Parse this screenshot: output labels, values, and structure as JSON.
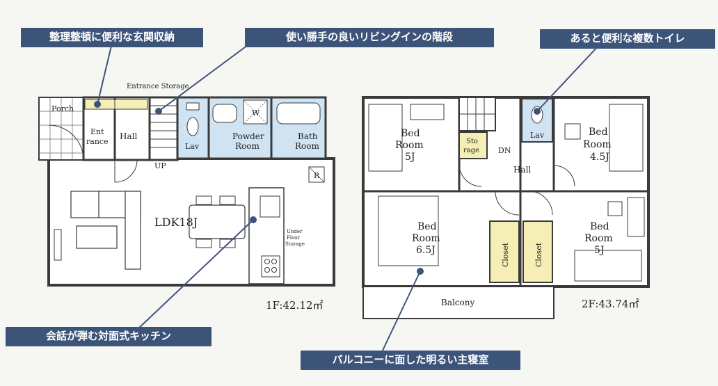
{
  "callouts": {
    "storage": "整理整頓に便利な玄関収納",
    "stairs": "使い勝手の良いリビングインの階段",
    "toilet": "あると便利な複数トイレ",
    "kitchen": "会話が弾む対面式キッチン",
    "bedroom": "バルコニーに面した明るい主寝室"
  },
  "floor1": {
    "area": "1F:42.12㎡",
    "entrance_storage": "Entrance Storage",
    "porch": "Porch",
    "entrance_l1": "Ent",
    "entrance_l2": "rance",
    "hall": "Hall",
    "lav": "Lav",
    "powder_l1": "Powder",
    "powder_l2": "Room",
    "bath_l1": "Bath",
    "bath_l2": "Room",
    "up": "UP",
    "ldk": "LDK18J",
    "under_l1": "Under",
    "under_l2": "Floor",
    "under_l3": "Storage",
    "w": "W",
    "r": "R"
  },
  "floor2": {
    "area": "2F:43.74㎡",
    "bed5a_l1": "Bed",
    "bed5a_l2": "Room",
    "bed5a_l3": "5J",
    "storage_l1": "Sto",
    "storage_l2": "rage",
    "dn": "DN",
    "hall": "Hall",
    "lav": "Lav",
    "bed45_l1": "Bed",
    "bed45_l2": "Room",
    "bed45_l3": "4.5J",
    "bed65_l1": "Bed",
    "bed65_l2": "Room",
    "bed65_l3": "6.5J",
    "closet1": "Closet",
    "closet2": "Closet",
    "bed5b_l1": "Bed",
    "bed5b_l2": "Room",
    "bed5b_l3": "5J",
    "balcony": "Balcony"
  },
  "colors": {
    "callout_bg": "#3d5479",
    "leader_line": "#3d5479",
    "wet_area": "#cfe3f3",
    "storage_fill": "#f5efb5",
    "wall": "#3a3a3a"
  }
}
